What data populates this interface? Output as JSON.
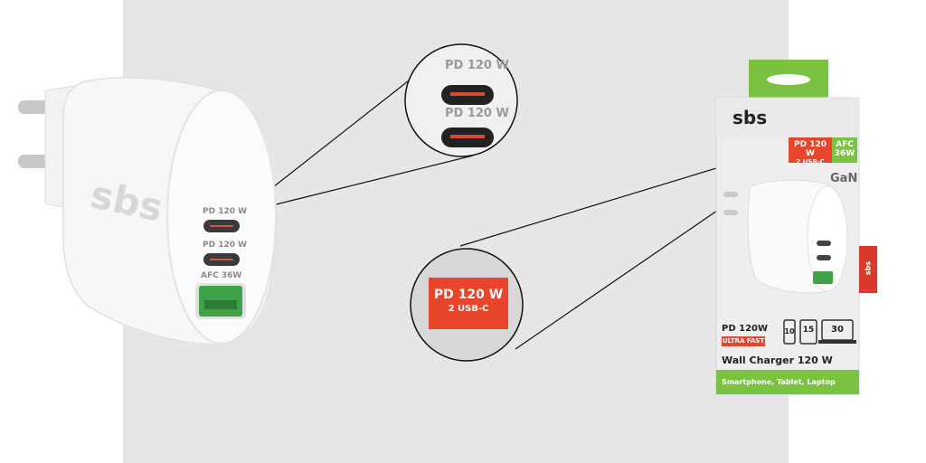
{
  "charger": {
    "brand": "sbs",
    "port1_label": "PD 120 W",
    "port2_label": "PD 120 W",
    "port3_label": "AFC 36W"
  },
  "zoom_ports": {
    "label1": "PD 120 W",
    "label2": "PD 120 W"
  },
  "zoom_badge": {
    "line1": "PD 120 W",
    "line2": "2 USB-C"
  },
  "package": {
    "brand": "sbs",
    "badge_pd_line1": "PD 120 W",
    "badge_pd_line2": "2 USB-C",
    "badge_afc_line1": "AFC",
    "badge_afc_line2": "36W",
    "gan_label": "GaN",
    "side_tab": "sbs",
    "pd_label": "PD 120W",
    "ultra_fast": "ULTRA FAST",
    "icon_num1": "10",
    "icon_num2": "15",
    "icon_num3": "30",
    "title": "Wall Charger 120 W",
    "ideal_for": "Smartphone, Tablet, Laptop",
    "colors": {
      "green": "#7cc242",
      "red": "#e8452a",
      "box_bg": "#eeeeee"
    }
  }
}
